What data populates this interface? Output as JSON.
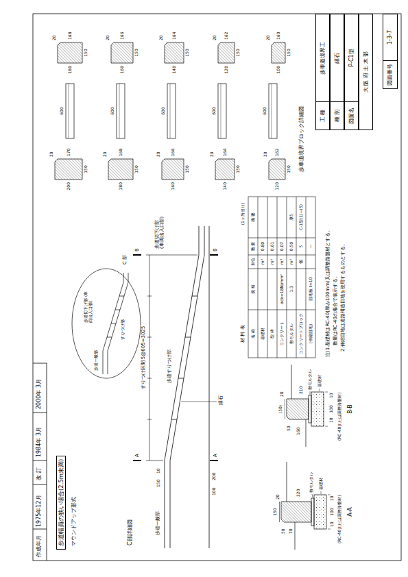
{
  "diagram": {
    "nodes": [
      {
        "text": [
          "歩道幅員の狭い場合(2.5m未満)"
        ]
      },
      {
        "text": [
          "工 種",
          "歩車道境界工"
        ]
      },
      {
        "text": [
          "種 別",
          "縁石"
        ]
      },
      {
        "text": [
          "図面名",
          "P-C1型"
        ]
      },
      {
        "text": [
          "大 阪 府 土 木 部"
        ]
      },
      {
        "text": [
          "図面番号",
          "1-3-7"
        ]
      }
    ],
    "labels": [
      "作成年月",
      "1975年12月",
      "改 訂",
      "1984年 3月",
      "2000年 3月",
      "マウンドアップ形式",
      "C部詳細図",
      "C 部",
      "歩道切下げ部 (車両出入口部)",
      "すりつけ部",
      "歩道一般部",
      "歩道一般部",
      "すりつけ区間 5@605=3025",
      "歩道すりつけ部",
      "歩道切下げ部 (車両出入口部)",
      "縁石",
      "A",
      "A",
      "B",
      "B",
      "150",
      "10",
      "100",
      "200",
      "A-A",
      "150",
      "50",
      "70",
      "20",
      "220",
      "100",
      "10",
      "10",
      "敷モルタル",
      "基礎材",
      "(RC-40または調整路盤材)",
      "B-B",
      "(50)",
      "20",
      "50",
      "160",
      "210",
      "100",
      "10",
      "10",
      "敷モルタル",
      "基礎材",
      "(RC-40または調整路盤材)",
      "材 料 表",
      "(1ヶ所当り)",
      "名 称",
      "規 格",
      "単位",
      "数 量",
      "摘 要",
      "基礎材",
      "m²",
      "0.80",
      "型 枠",
      "m²",
      "0.61",
      "コンクリート",
      "σck=18N/mm²",
      "m³",
      "0.07",
      "敷モルタル",
      "1:3",
      "m²",
      "0.50",
      "厚5",
      "コンクリートブロック",
      "個",
      "5",
      "C-1型(1)~(5)",
      "(伸縮目地)",
      "目地板 t=10",
      "—",
      "注)1.基礎材はRC-40(厚み100mm)又は調整路盤材とする。",
      "数量はRC-40の場合で表示する。",
      "2.伸縮目地は道路構造目地を使用するものとする。",
      "歩車道境界ブロック詳細図",
      "150",
      "20",
      "200",
      "170",
      "600",
      "150",
      "20",
      "180",
      "168",
      "150",
      "20",
      "180",
      "168",
      "600",
      "150",
      "20",
      "160",
      "166",
      "150",
      "20",
      "160",
      "166",
      "600",
      "150",
      "20",
      "140",
      "164",
      "150",
      "20",
      "140",
      "164",
      "600",
      "150",
      "20",
      "120",
      "162",
      "150",
      "20",
      "120",
      "162",
      "600",
      "150",
      "20",
      "100",
      "160"
    ]
  }
}
